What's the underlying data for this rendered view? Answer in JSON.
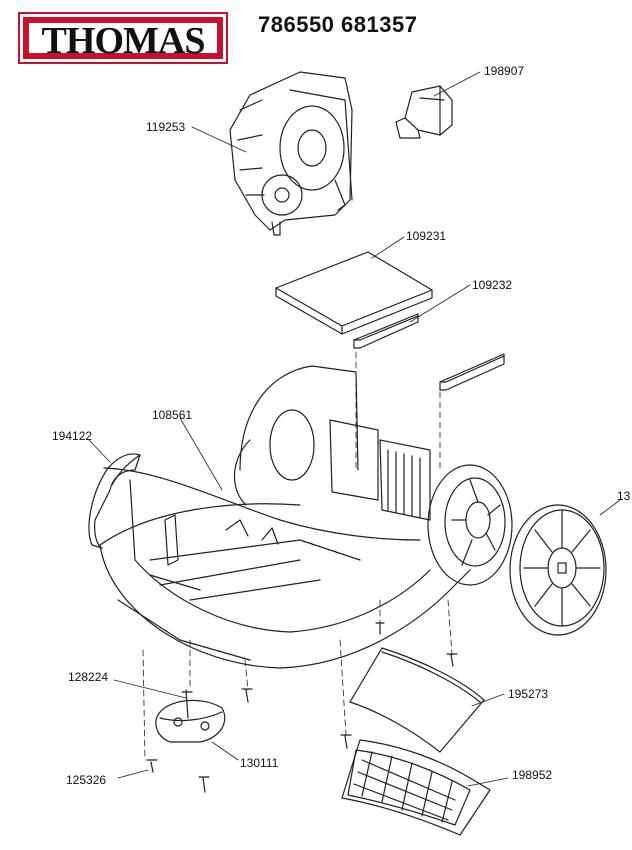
{
  "brand": "THOMAS",
  "model_number": "786550 681357",
  "parts": {
    "p119253": "119253",
    "p198907": "198907",
    "p109231": "109231",
    "p109232": "109232",
    "p108561": "108561",
    "p194122": "194122",
    "p13": "13",
    "p128224": "128224",
    "p195273": "195273",
    "p130111": "130111",
    "p125326": "125326",
    "p198952": "198952"
  },
  "colors": {
    "brand_red": "#c8102e",
    "line": "#222222"
  }
}
